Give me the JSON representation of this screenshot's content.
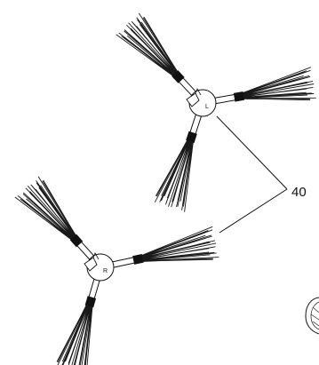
{
  "callout": {
    "number": "40"
  },
  "brushes": [
    {
      "name": "side-brush-upper",
      "hub_mark": "L"
    },
    {
      "name": "side-brush-lower",
      "hub_mark": "R"
    }
  ],
  "colors": {
    "ink": "#111111",
    "bristle": "#1a1a1a",
    "background": "#ffffff"
  }
}
